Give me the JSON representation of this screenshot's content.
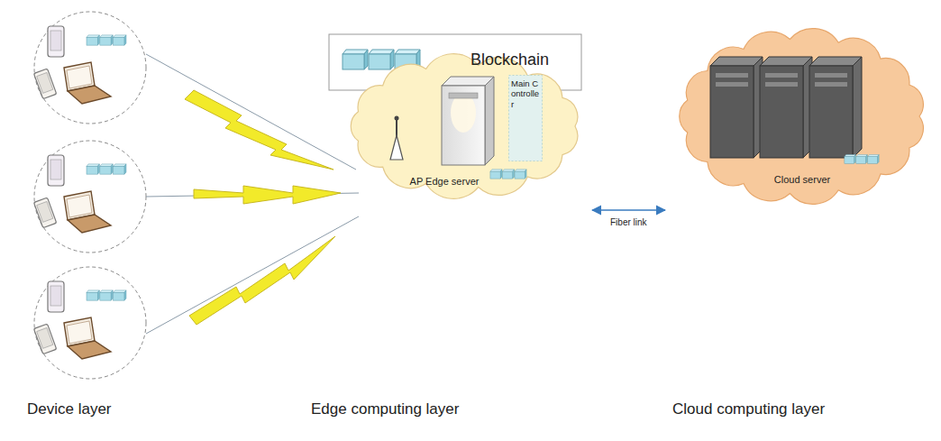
{
  "diagram": {
    "nodes": [
      {
        "text": [
          "AP Edge server"
        ]
      },
      {
        "text": [
          "Main Controller"
        ],
        "in": 0
      },
      {
        "text": [
          "Cloud server"
        ]
      }
    ],
    "edges": [
      {
        "from": 0,
        "to": 2,
        "label": "Fiber link",
        "arrow": "both"
      }
    ],
    "labels": [
      "Device layer",
      "Edge computing layer",
      "Cloud computing layer"
    ],
    "legend": [
      {
        "text": "Blockchain"
      }
    ]
  }
}
